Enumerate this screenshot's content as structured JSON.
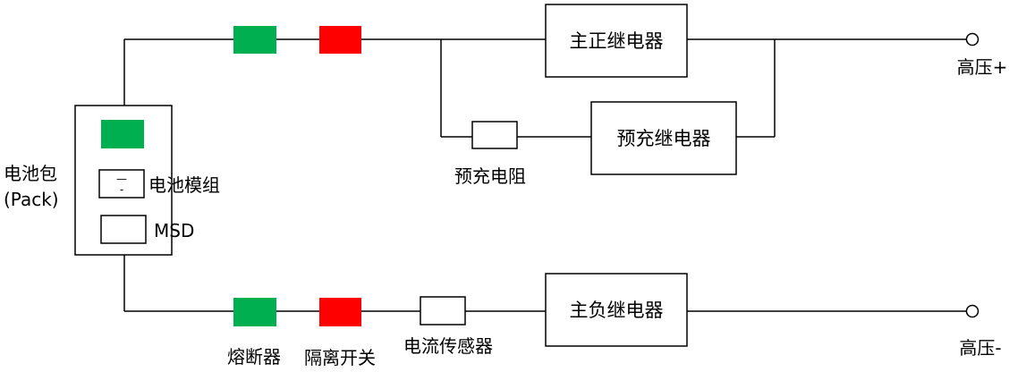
{
  "colors": {
    "line": "#000000",
    "fuse_green": "#00b050",
    "switch_red": "#ff0000",
    "background": "#ffffff"
  },
  "pack": {
    "label_line1": "电池包",
    "label_line2": "(Pack)",
    "module_label": "电池模组",
    "module_symbol_top": "—",
    "module_symbol_bottom": "-",
    "msd_label": "MSD"
  },
  "relays": {
    "main_positive": "主正继电器",
    "precharge": "预充继电器",
    "main_negative": "主负继电器"
  },
  "precharge_resistor": "预充电阻",
  "terminals": {
    "hv_positive": "高压+",
    "hv_negative": "高压-"
  },
  "legend": {
    "fuse": "熔断器",
    "isolation_switch": "隔离开关",
    "current_sensor": "电流传感器"
  }
}
